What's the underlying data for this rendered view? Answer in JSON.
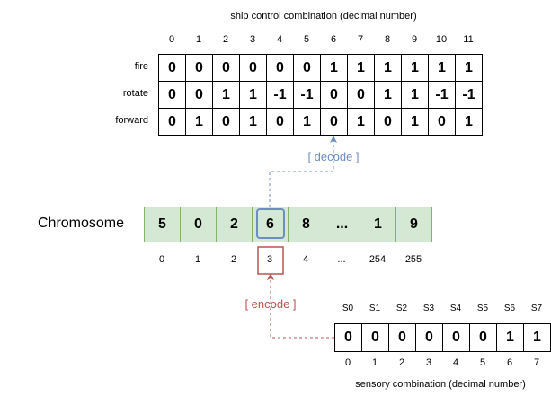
{
  "control": {
    "title": "ship control combination (decimal number)",
    "col_headers": [
      "0",
      "1",
      "2",
      "3",
      "4",
      "5",
      "6",
      "7",
      "8",
      "9",
      "10",
      "11"
    ],
    "rows": [
      {
        "label": "fire",
        "values": [
          "0",
          "0",
          "0",
          "0",
          "0",
          "0",
          "1",
          "1",
          "1",
          "1",
          "1",
          "1"
        ]
      },
      {
        "label": "rotate",
        "values": [
          "0",
          "0",
          "1",
          "1",
          "-1",
          "-1",
          "0",
          "0",
          "1",
          "1",
          "-1",
          "-1"
        ]
      },
      {
        "label": "forward",
        "values": [
          "0",
          "1",
          "0",
          "1",
          "0",
          "1",
          "0",
          "1",
          "0",
          "1",
          "0",
          "1"
        ]
      }
    ]
  },
  "decode_label": "[ decode ]",
  "encode_label": "[ encode ]",
  "chromosome": {
    "label": "Chromosome",
    "genes": [
      "5",
      "0",
      "2",
      "6",
      "8",
      "...",
      "1",
      "9"
    ],
    "indices": [
      "0",
      "1",
      "2",
      "3",
      "4",
      "...",
      "254",
      "255"
    ],
    "highlight_gene_index": 3
  },
  "sensory": {
    "title": "sensory combination (decimal number)",
    "headers": [
      "S0",
      "S1",
      "S2",
      "S3",
      "S4",
      "S5",
      "S6",
      "S7"
    ],
    "values": [
      "0",
      "0",
      "0",
      "0",
      "0",
      "0",
      "1",
      "1"
    ],
    "indices": [
      "0",
      "1",
      "2",
      "3",
      "4",
      "5",
      "6",
      "7"
    ]
  },
  "colors": {
    "decode": "#6c8ebf",
    "encode": "#b85450",
    "gene_fill": "#d5e8d4",
    "gene_border": "#82b366"
  }
}
